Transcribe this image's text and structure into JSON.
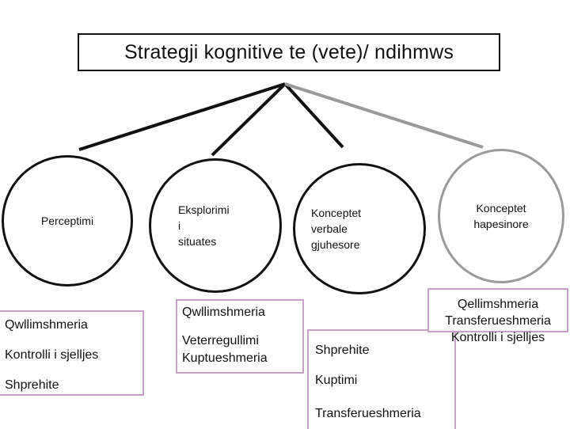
{
  "title": "Strategji kognitive te (vete)/ ndihmws",
  "circles": [
    {
      "label": "Perceptimi"
    },
    {
      "lines": [
        "Eksplorimi",
        "i",
        "situates"
      ]
    },
    {
      "lines": [
        "Konceptet",
        "verbale",
        "gjuhesore"
      ]
    },
    {
      "lines": [
        "Konceptet",
        "hapesinore"
      ]
    }
  ],
  "boxes": [
    {
      "lines": [
        "Qwllimshmeria",
        "Kontrolli i sjelljes",
        "Shprehite"
      ]
    },
    {
      "lines": [
        "Qwllimshmeria",
        "Veterregullimi",
        "Kuptueshmeria"
      ]
    },
    {
      "lines": [
        "Shprehite",
        "Kuptimi",
        "Transferueshmeria"
      ]
    },
    {
      "lines": [
        "Qellimshmeria",
        "Transferueshmeria",
        "Kontrolli i sjelljes"
      ]
    }
  ],
  "colors": {
    "connector_dark": "#111111",
    "connector_gray": "#9a9a9a",
    "box_border": "#c8a0c8"
  }
}
